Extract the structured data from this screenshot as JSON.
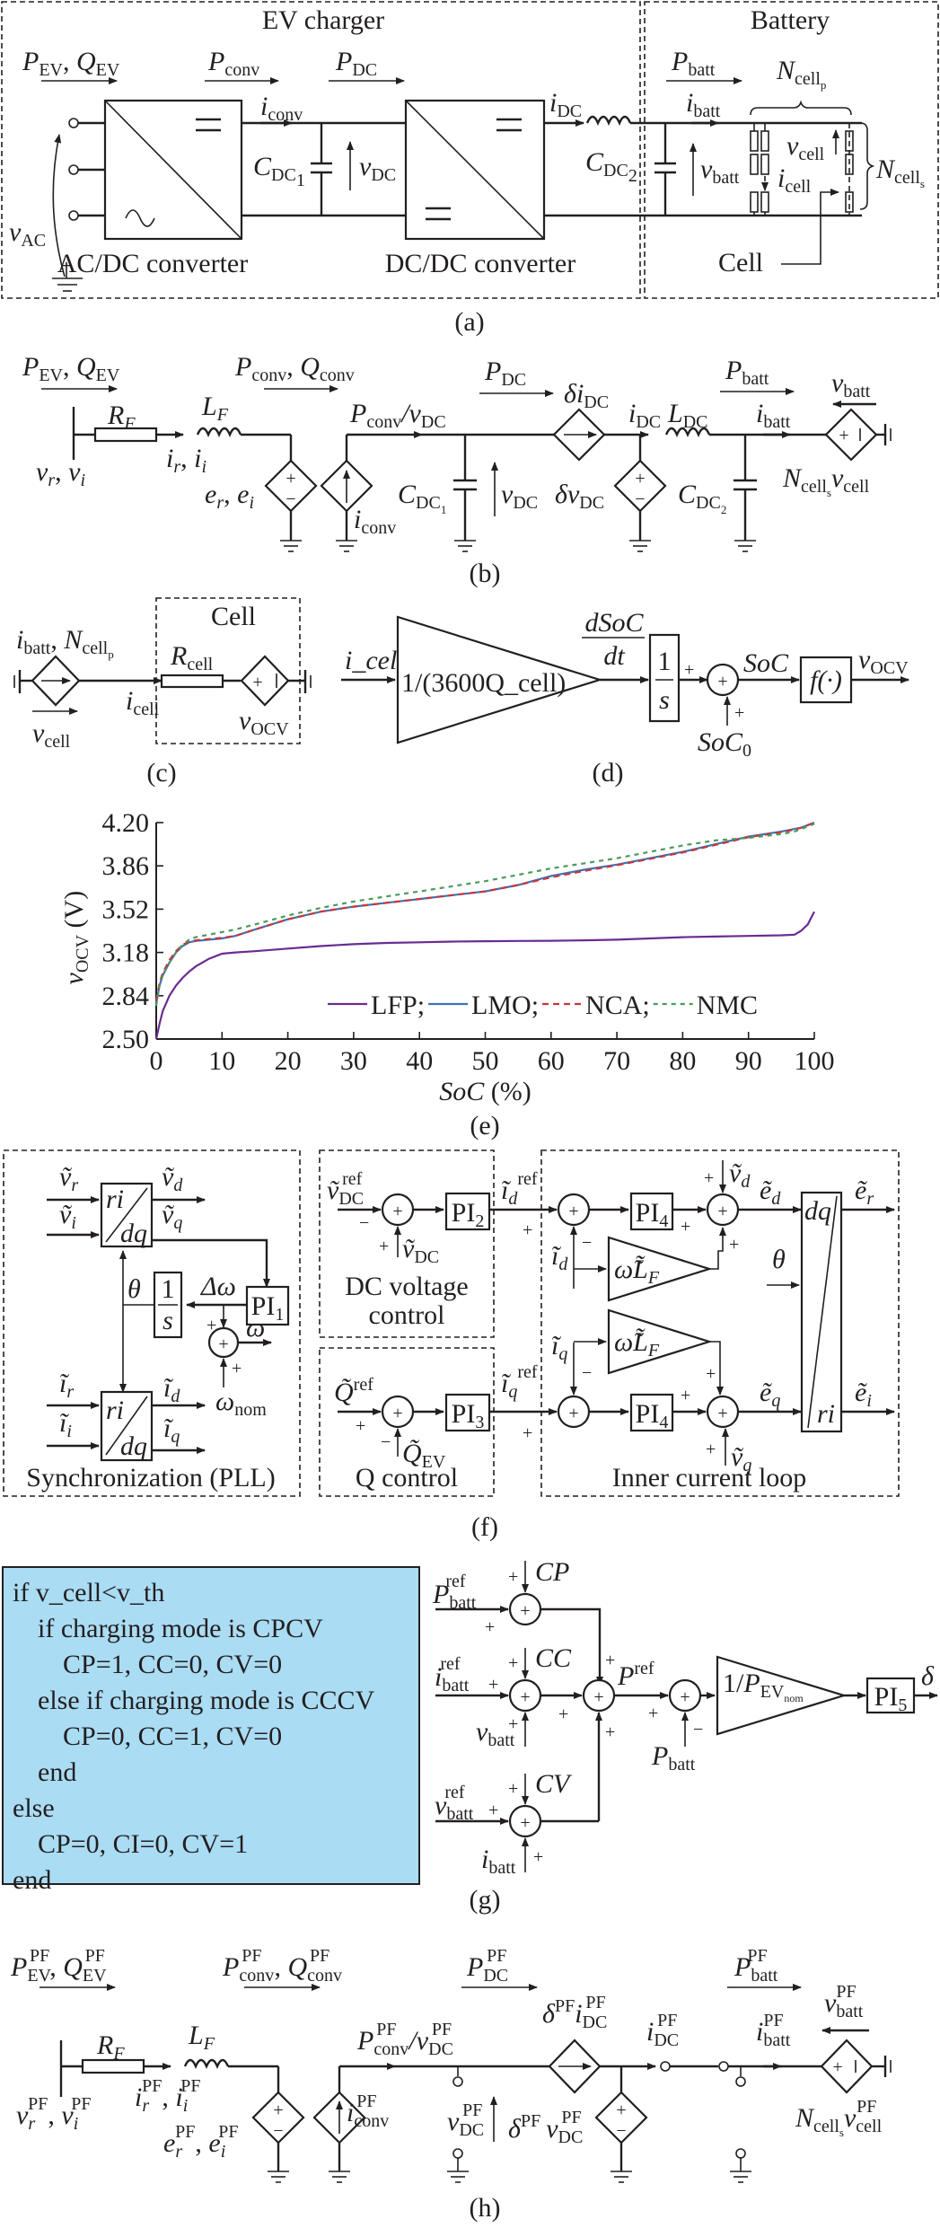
{
  "panel_a": {
    "caption": "(a)",
    "group_ev_charger": "EV charger",
    "group_battery": "Battery",
    "flows": [
      "P_EV, Q_EV",
      "P_conv",
      "P_DC",
      "P_batt"
    ],
    "labels": {
      "i_conv": "i_conv",
      "i_DC": "i_DC",
      "i_batt": "i_batt",
      "C_DC1": "C_DC1",
      "v_DC": "v_DC",
      "C_DC2": "C_DC2",
      "v_batt": "v_batt",
      "v_AC": "v_AC",
      "v_cell": "v_cell",
      "i_cell": "i_cell",
      "N_cell_p": "N_cell_p",
      "N_cell_s": "N_cell_s"
    },
    "block_acdc": "AC/DC converter",
    "block_dcdc": "DC/DC converter",
    "cell_label": "Cell"
  },
  "panel_b": {
    "caption": "(b)",
    "flows": [
      "P_EV, Q_EV",
      "P_conv, Q_conv",
      "P_DC",
      "P_batt"
    ],
    "labels": [
      "R_F",
      "L_F",
      "v_r, v_i",
      "i_r, i_i",
      "e_r, e_i",
      "i_conv",
      "P_conv/v_DC",
      "C_DC1",
      "v_DC",
      "δi_DC",
      "δv_DC",
      "i_DC",
      "L_DC",
      "C_DC2",
      "i_batt",
      "v_batt",
      "N_cell_s v_cell"
    ]
  },
  "panel_c": {
    "caption": "(c)",
    "cell_label": "Cell",
    "labels": [
      "i_batt, N_cell_p",
      "R_cell",
      "i_cell",
      "v_cell",
      "v_OCV"
    ]
  },
  "panel_d": {
    "caption": "(d)",
    "input": "i_cell",
    "gain": "1/(3600Q_cell)",
    "derivative_num": "dSoC",
    "derivative_den": "dt",
    "integrator_num": "1",
    "integrator_den": "s",
    "sum_init": "SoC_0",
    "soc": "SoC",
    "func": "f(·)",
    "output": "v_OCV"
  },
  "panel_e": {
    "caption": "(e)"
  },
  "chart_data": {
    "type": "line",
    "title": "",
    "xlabel": "SoC (%)",
    "ylabel": "v_OCV (V)",
    "xlim": [
      0,
      100
    ],
    "ylim": [
      2.5,
      4.2
    ],
    "xticks": [
      0,
      10,
      20,
      30,
      40,
      50,
      60,
      70,
      80,
      90,
      100
    ],
    "yticks": [
      "2.50",
      "2.84",
      "3.18",
      "3.52",
      "3.86",
      "4.20"
    ],
    "grid": false,
    "legend_position": "bottom-right",
    "x": [
      0,
      0.5,
      1,
      2,
      3,
      4,
      5,
      6,
      8,
      10,
      12,
      15,
      20,
      25,
      30,
      35,
      40,
      45,
      50,
      55,
      60,
      65,
      70,
      75,
      80,
      85,
      90,
      95,
      97,
      98,
      99,
      100
    ],
    "series": [
      {
        "name": "LFP",
        "color": "#6a2c91",
        "dash": "solid",
        "values": [
          2.5,
          2.62,
          2.72,
          2.84,
          2.92,
          2.98,
          3.03,
          3.07,
          3.13,
          3.17,
          3.18,
          3.19,
          3.21,
          3.23,
          3.245,
          3.255,
          3.26,
          3.265,
          3.268,
          3.27,
          3.272,
          3.275,
          3.28,
          3.29,
          3.3,
          3.305,
          3.31,
          3.315,
          3.32,
          3.35,
          3.4,
          3.5
        ]
      },
      {
        "name": "LMO",
        "color": "#3b73b9",
        "dash": "solid",
        "values": [
          2.78,
          2.92,
          3.0,
          3.1,
          3.18,
          3.23,
          3.26,
          3.27,
          3.28,
          3.29,
          3.31,
          3.36,
          3.44,
          3.5,
          3.54,
          3.57,
          3.6,
          3.63,
          3.66,
          3.71,
          3.78,
          3.83,
          3.87,
          3.92,
          3.97,
          4.03,
          4.09,
          4.13,
          4.15,
          4.16,
          4.18,
          4.2
        ]
      },
      {
        "name": "NCA",
        "color": "#c8373a",
        "dash": "dashed",
        "values": [
          2.8,
          2.94,
          3.02,
          3.12,
          3.19,
          3.24,
          3.265,
          3.275,
          3.285,
          3.295,
          3.31,
          3.36,
          3.44,
          3.5,
          3.54,
          3.57,
          3.6,
          3.63,
          3.66,
          3.71,
          3.77,
          3.82,
          3.865,
          3.915,
          3.965,
          4.025,
          4.085,
          4.125,
          4.145,
          4.16,
          4.18,
          4.2
        ]
      },
      {
        "name": "NMC",
        "color": "#4a9a5b",
        "dash": "dotted",
        "values": [
          2.76,
          2.92,
          3.0,
          3.1,
          3.18,
          3.24,
          3.28,
          3.3,
          3.32,
          3.34,
          3.36,
          3.4,
          3.47,
          3.53,
          3.58,
          3.62,
          3.66,
          3.7,
          3.74,
          3.79,
          3.84,
          3.88,
          3.92,
          3.97,
          4.02,
          4.06,
          4.08,
          4.11,
          4.13,
          4.15,
          4.17,
          4.19
        ]
      }
    ]
  },
  "panel_f": {
    "caption": "(f)",
    "pll_title": "Synchronization (PLL)",
    "dc_title_line1": "DC voltage",
    "dc_title_line2": "control",
    "q_title": "Q control",
    "inner_title": "Inner current loop",
    "labels": [
      "ṽ_r",
      "ṽ_i",
      "ri/dq",
      "ṽ_d",
      "ṽ_q",
      "θ",
      "1/s",
      "Δω",
      "PI_1",
      "ω",
      "ω_nom",
      "ĩ_r",
      "ĩ_i",
      "ĩ_d",
      "ĩ_q",
      "ṽ_DC^ref",
      "PI_2",
      "ṽ_DC",
      "ĩ_d^ref",
      "Q̃^ref",
      "PI_3",
      "Q̃_EV",
      "ĩ_q^ref",
      "PI_4",
      "ω̃L̃_F",
      "ẽ_d",
      "ẽ_q",
      "ẽ_r",
      "ẽ_i",
      "dq/ri"
    ]
  },
  "panel_g": {
    "caption": "(g)",
    "box_color": "#aadcf3",
    "code_lines": [
      "if v_cell<v_th",
      "  if charging mode is CPCV",
      "    CP=1, CC=0, CV=0",
      "  else if charging mode is CCCV",
      "    CP=0, CC=1, CV=0",
      "  end",
      "else",
      "  CP=0, CI=0, CV=1",
      "end"
    ],
    "labels": [
      "P_batt^ref",
      "CP",
      "i_batt^ref",
      "CC",
      "v_batt",
      "v_batt^ref",
      "CV",
      "i_batt",
      "P^ref",
      "P_batt",
      "1/P_EV_nom",
      "PI_5",
      "δ"
    ]
  },
  "panel_h": {
    "caption": "(h)",
    "flows": [
      "P_EV^PF, Q_EV^PF",
      "P_conv^PF, Q_conv^PF",
      "P_DC^PF",
      "P_batt^PF"
    ],
    "labels": [
      "R_F",
      "L_F",
      "v_r^PF, v_i^PF",
      "i_r^PF, i_i^PF",
      "e_r^PF, e_i^PF",
      "i_conv^PF",
      "P_conv^PF/v_DC^PF",
      "v_DC^PF",
      "δ^PF i_DC^PF",
      "δ^PF v_DC^PF",
      "i_DC^PF",
      "i_batt^PF",
      "v_batt^PF",
      "N_cell_s v_cell^PF"
    ]
  }
}
